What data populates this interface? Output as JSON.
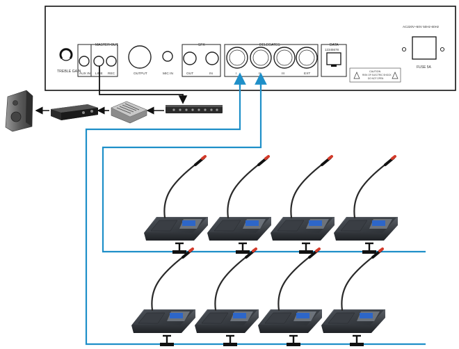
{
  "panel": {
    "treble_gain": "TREBLE GAIN",
    "master_out": "MASTER OUT",
    "aux_in": "AUX IN",
    "line": "LINE",
    "rec": "REC",
    "output": "OUTPUT",
    "mic_in": "MIC IN",
    "sfx": "SFX",
    "sfx_out": "OUT",
    "sfx_in": "IN",
    "delegates": "DELEGATES",
    "delegate_ports": [
      "I",
      "II",
      "III",
      "EXT"
    ],
    "data": "DATA",
    "data_pins": "12345678",
    "power": "AC220V~50V 50Hz-60Hz",
    "fuse": "FUSE 5A",
    "warning_lines": [
      "CAUTION",
      "RISK OF ELECTRIC SHOCK",
      "DO NOT OPEN"
    ]
  },
  "chain": {
    "devices": [
      "speaker-icon",
      "amplifier-icon",
      "mixer-icon",
      "processor-icon"
    ]
  },
  "delegate_units": {
    "rows": 2,
    "units_per_row": 4,
    "line_color": "#1e8fc8"
  }
}
